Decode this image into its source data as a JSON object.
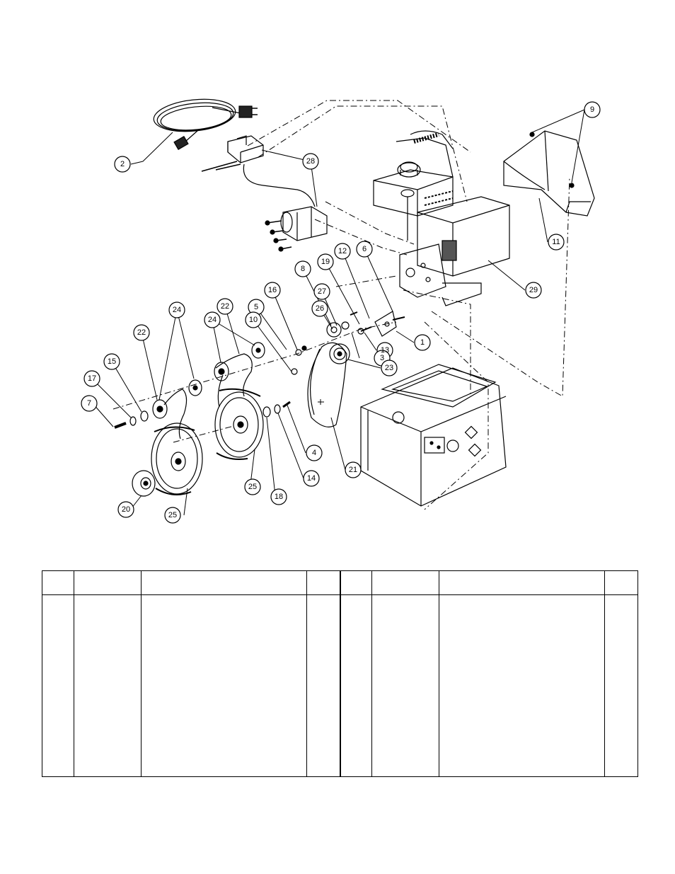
{
  "callouts": [
    "2",
    "28",
    "9",
    "11",
    "29",
    "12",
    "6",
    "8",
    "19",
    "16",
    "27",
    "5",
    "26",
    "10",
    "22",
    "24",
    "24",
    "22",
    "15",
    "17",
    "7",
    "1",
    "13",
    "3",
    "23",
    "4",
    "14",
    "18",
    "21",
    "25",
    "25",
    "20"
  ],
  "table_left": {
    "headers": [
      "",
      "",
      "",
      ""
    ],
    "cells": [
      "",
      "",
      "",
      ""
    ]
  },
  "table_right": {
    "headers": [
      "",
      "",
      "",
      ""
    ],
    "cells": [
      "",
      "",
      "",
      ""
    ]
  }
}
